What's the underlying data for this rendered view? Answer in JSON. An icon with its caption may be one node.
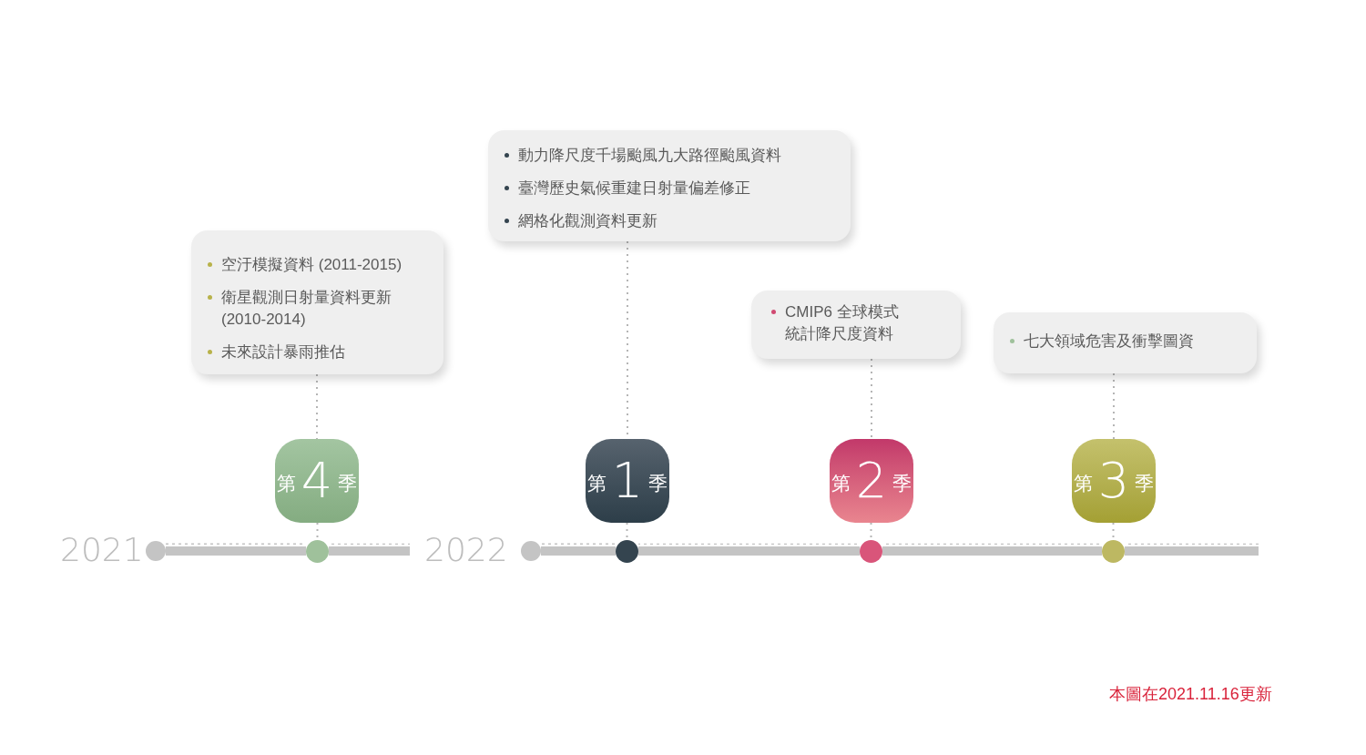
{
  "diagram": {
    "nodes": [
      {
        "text": [
          "空汙模擬資料 (2011-2015)",
          "衛星觀測日射量資料更新 (2010-2014)",
          "未來設計暴雨推估"
        ]
      },
      {
        "text": [
          "第",
          "4",
          "季"
        ]
      },
      {
        "text": [],
        "shape": "circle"
      },
      {
        "text": [],
        "shape": "circle"
      },
      {
        "text": [
          "動力降尺度千場颱風九大路徑颱風資料",
          "臺灣歷史氣候重建日射量偏差修正",
          "網格化觀測資料更新"
        ]
      },
      {
        "text": [
          "第",
          "1",
          "季"
        ]
      },
      {
        "text": [],
        "shape": "circle"
      },
      {
        "text": [],
        "shape": "circle"
      },
      {
        "text": [
          "CMIP6 全球模式統計降尺度資料"
        ]
      },
      {
        "text": [
          "第",
          "2",
          "季"
        ]
      },
      {
        "text": [],
        "shape": "circle"
      },
      {
        "text": [
          "七大領域危害及衝擊圖資"
        ]
      },
      {
        "text": [
          "第",
          "3",
          "季"
        ]
      },
      {
        "text": [],
        "shape": "circle"
      }
    ],
    "edges": [
      {
        "from": 0,
        "to": 1,
        "arrow": "none",
        "style": "dashed"
      },
      {
        "from": 1,
        "to": 3,
        "arrow": "none",
        "style": "dashed"
      },
      {
        "from": 4,
        "to": 5,
        "arrow": "none",
        "style": "dashed"
      },
      {
        "from": 5,
        "to": 7,
        "arrow": "none",
        "style": "dashed"
      },
      {
        "from": 8,
        "to": 9,
        "arrow": "none",
        "style": "dashed"
      },
      {
        "from": 9,
        "to": 10,
        "arrow": "none",
        "style": "dashed"
      },
      {
        "from": 11,
        "to": 12,
        "arrow": "none",
        "style": "dashed"
      },
      {
        "from": 12,
        "to": 13,
        "arrow": "none",
        "style": "dashed"
      },
      {
        "from": 2,
        "to": 3,
        "arrow": "none",
        "style": "thick"
      },
      {
        "from": 3,
        "to": null,
        "arrow": "none",
        "style": "thick"
      },
      {
        "from": 6,
        "to": 7,
        "arrow": "none",
        "style": "thick"
      },
      {
        "from": 7,
        "to": 10,
        "arrow": "none",
        "style": "thick"
      },
      {
        "from": 10,
        "to": 13,
        "arrow": "none",
        "style": "thick"
      },
      {
        "from": 13,
        "to": null,
        "arrow": "none",
        "style": "thick"
      }
    ],
    "labels": [
      "2021",
      "2022",
      "本圖在2021.11.16更新"
    ]
  }
}
